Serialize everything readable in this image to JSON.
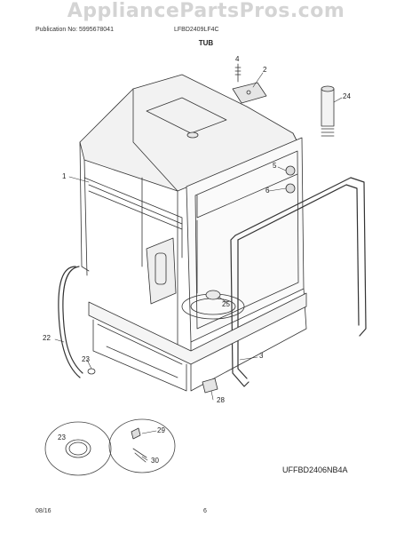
{
  "watermark": "AppliancePartsPros.com",
  "header": {
    "publication": "Publication No: 5995678041",
    "model": "LFBD2409LF4C"
  },
  "section_title": "TUB",
  "callouts": {
    "c1": "1",
    "c2": "2",
    "c3": "3",
    "c4": "4",
    "c5": "5",
    "c6": "6",
    "c22": "22",
    "c23a": "23",
    "c23b": "23",
    "c24": "24",
    "c25": "25",
    "c28": "28",
    "c29": "29",
    "c30": "30"
  },
  "diagram_code": "UFFBD2406NB4A",
  "footer": {
    "date": "08/16",
    "page": "6"
  }
}
